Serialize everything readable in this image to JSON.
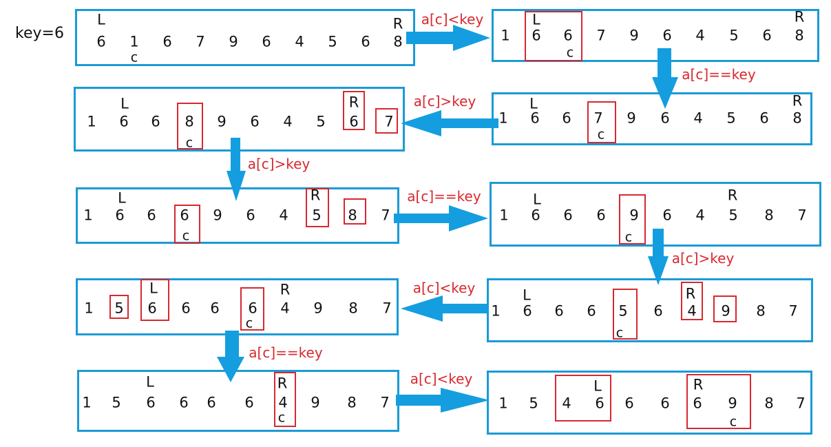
{
  "key_label": "key=6",
  "colors": {
    "panel_border": "#1a9ad6",
    "highlight": "#d7282f",
    "arrow": "#149ee0",
    "condition_text": "#d7282f"
  },
  "panels": [
    {
      "id": "step1",
      "numbers": [
        "6",
        "1",
        "6",
        "7",
        "9",
        "6",
        "4",
        "5",
        "6",
        "8"
      ]
    },
    {
      "id": "step2",
      "numbers": [
        "1",
        "6",
        "6",
        "7",
        "9",
        "6",
        "4",
        "5",
        "6",
        "8"
      ]
    },
    {
      "id": "step3",
      "numbers": [
        "1",
        "6",
        "6",
        "7",
        "9",
        "6",
        "4",
        "5",
        "6",
        "8"
      ]
    },
    {
      "id": "step4",
      "numbers": [
        "1",
        "6",
        "6",
        "8",
        "9",
        "6",
        "4",
        "5",
        "6",
        "7"
      ]
    },
    {
      "id": "step5",
      "numbers": [
        "1",
        "6",
        "6",
        "6",
        "9",
        "6",
        "4",
        "5",
        "8",
        "7"
      ]
    },
    {
      "id": "step6",
      "numbers": [
        "1",
        "6",
        "6",
        "6",
        "9",
        "6",
        "4",
        "5",
        "8",
        "7"
      ]
    },
    {
      "id": "step7",
      "numbers": [
        "1",
        "6",
        "6",
        "6",
        "5",
        "6",
        "4",
        "9",
        "8",
        "7"
      ]
    },
    {
      "id": "step8",
      "numbers": [
        "1",
        "5",
        "6",
        "6",
        "6",
        "6",
        "4",
        "9",
        "8",
        "7"
      ]
    },
    {
      "id": "step9",
      "numbers": [
        "1",
        "5",
        "6",
        "6",
        "6",
        "6",
        "4",
        "9",
        "8",
        "7"
      ]
    },
    {
      "id": "step10",
      "numbers": [
        "1",
        "5",
        "4",
        "6",
        "6",
        "6",
        "6",
        "9",
        "8",
        "7"
      ]
    }
  ],
  "pointer_labels": {
    "left": "L",
    "right": "R",
    "current": "c"
  },
  "conditions": {
    "a1": "a[c]<key",
    "a2": "a[c]==key",
    "a3": "a[c]>key",
    "a4": "a[c]>key",
    "a5": "a[c]==key",
    "a6": "a[c]>key",
    "a7": "a[c]<key",
    "a8": "a[c]==key",
    "a9": "a[c]<key"
  }
}
